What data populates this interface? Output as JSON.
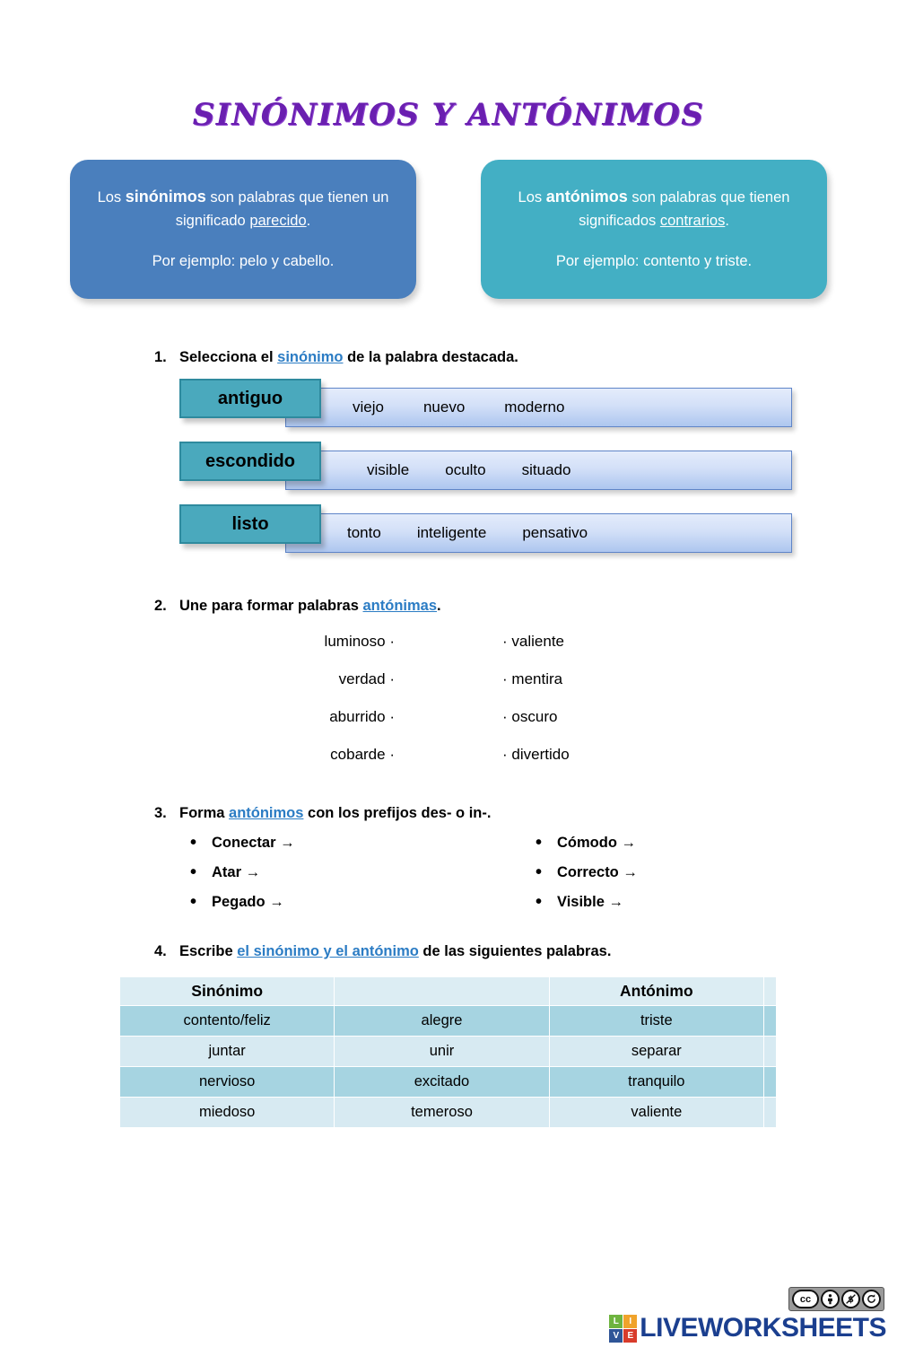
{
  "page": {
    "title": "SINÓNIMOS Y ANTÓNIMOS",
    "title_color": "#6a1fb0"
  },
  "cards": [
    {
      "color": "#4a7fbd",
      "lead": "Los ",
      "keyword": "sinónimos",
      "rest_before": " son palabras que tienen un significado ",
      "underlined": "parecido",
      "rest_after": ".",
      "example": "Por ejemplo: pelo y cabello."
    },
    {
      "color": "#43afc4",
      "lead": "Los ",
      "keyword": "antónimos",
      "rest_before": " son palabras que tienen significados ",
      "underlined": "contrarios",
      "rest_after": ".",
      "example": "Por ejemplo: contento y triste."
    }
  ],
  "exercises": {
    "one": {
      "number": "1.",
      "text_before": "Selecciona el ",
      "highlight": "sinónimo",
      "text_after": " de la palabra destacada.",
      "rows": [
        {
          "word": "antiguo",
          "options": [
            "viejo",
            "nuevo",
            "moderno"
          ]
        },
        {
          "word": "escondido",
          "options": [
            "visible",
            "oculto",
            "situado"
          ]
        },
        {
          "word": "listo",
          "options": [
            "tonto",
            "inteligente",
            "pensativo"
          ]
        }
      ]
    },
    "two": {
      "number": "2.",
      "text_before": "Une para formar palabras ",
      "highlight": "antónimas",
      "text_after": ".",
      "left": [
        "luminoso",
        "verdad",
        "aburrido",
        "cobarde"
      ],
      "right": [
        "valiente",
        "mentira",
        "oscuro",
        "divertido"
      ],
      "dot": "·"
    },
    "three": {
      "number": "3.",
      "text_before": "Forma ",
      "highlight": "antónimos",
      "text_after": " con los prefijos des- o in-.",
      "arrow": "→",
      "left_items": [
        "Conectar",
        "Atar",
        "Pegado"
      ],
      "right_items": [
        "Cómodo",
        "Correcto",
        "Visible"
      ]
    },
    "four": {
      "number": "4.",
      "text_before": "Escribe ",
      "highlight": "el sinónimo y el antónimo",
      "text_after": " de las siguientes palabras.",
      "headers": [
        "Sinónimo",
        "",
        "Antónimo",
        ""
      ],
      "rows": [
        [
          "contento/feliz",
          "alegre",
          "triste",
          ""
        ],
        [
          "juntar",
          "unir",
          "separar",
          ""
        ],
        [
          "nervioso",
          "excitado",
          "tranquilo",
          ""
        ],
        [
          "miedoso",
          "temeroso",
          "valiente",
          ""
        ]
      ]
    }
  },
  "footer": {
    "live_letters": [
      "L",
      "I",
      "V",
      "E"
    ],
    "brand": "LIVEWORKSHEETS",
    "license_marks": [
      "cc",
      "BY",
      "NC",
      "SA"
    ]
  }
}
